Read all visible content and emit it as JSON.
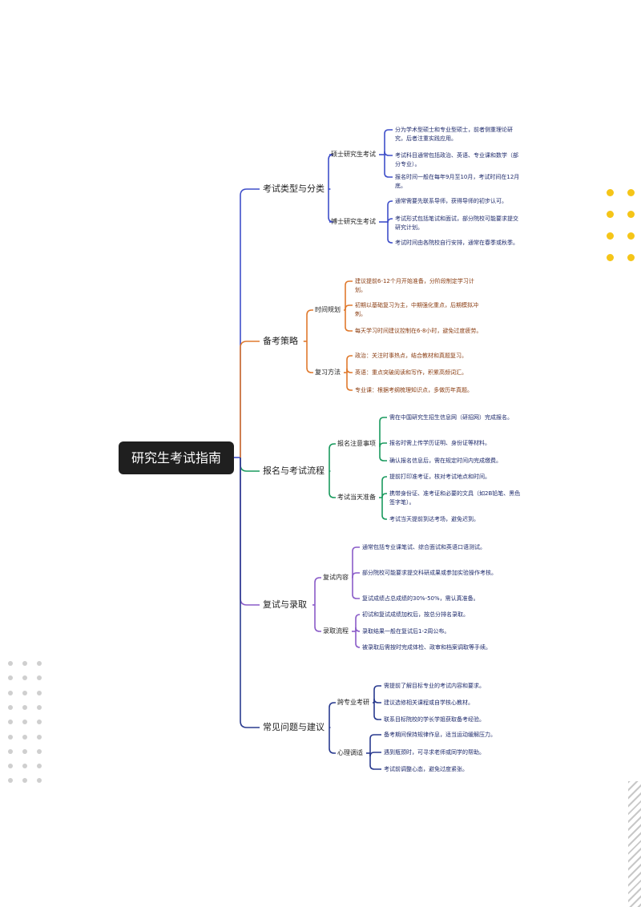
{
  "title": "研究生考试指南",
  "colors": {
    "blue": "#3f4fc9",
    "orange": "#e07a2e",
    "green": "#1a9a5e",
    "purple": "#8a5cc8",
    "navy": "#2a3b8f"
  },
  "branches": [
    {
      "label": "考试类型与分类",
      "color": "#3f4fc9",
      "leafColor": "#1e2a6b",
      "subs": [
        {
          "label": "硕士研究生考试",
          "leaves": [
            "分为学术型硕士和专业型硕士，前者侧重理论研究，后者注重实践应用。",
            "考试科目通常包括政治、英语、专业课和数学（部分专业）。",
            "报名时间一般在每年9月至10月，考试时间在12月底。"
          ]
        },
        {
          "label": "博士研究生考试",
          "leaves": [
            "通常需要先联系导师，获得导师的初步认可。",
            "考试形式包括笔试和面试，部分院校可能要求提交研究计划。",
            "考试时间由各院校自行安排，通常在春季或秋季。"
          ]
        }
      ]
    },
    {
      "label": "备考策略",
      "color": "#e07a2e",
      "leafColor": "#8a3d12",
      "subs": [
        {
          "label": "时间规划",
          "leaves": [
            "建议提前6-12个月开始准备，分阶段制定学习计划。",
            "初期以基础复习为主，中期强化重点，后期模拟冲刺。",
            "每天学习时间建议控制在6-8小时，避免过度疲劳。"
          ]
        },
        {
          "label": "复习方法",
          "leaves": [
            "政治：关注时事热点，结合教材和真题复习。",
            "英语：重点突破阅读和写作，积累高频词汇。",
            "专业课：根据考纲梳理知识点，多做历年真题。"
          ]
        }
      ]
    },
    {
      "label": "报名与考试流程",
      "color": "#1a9a5e",
      "leafColor": "#1e2a6b",
      "subs": [
        {
          "label": "报名注意事项",
          "leaves": [
            "需在中国研究生招生信息网（研招网）完成报名。",
            "报名时需上传学历证明、身份证等材料。",
            "确认报名信息后，需在规定时间内完成缴费。"
          ]
        },
        {
          "label": "考试当天准备",
          "leaves": [
            "提前打印准考证，核对考试地点和时间。",
            "携带身份证、准考证和必要的文具（如2B铅笔、黑色签字笔）。",
            "考试当天提前到达考场，避免迟到。"
          ]
        }
      ]
    },
    {
      "label": "复试与录取",
      "color": "#8a5cc8",
      "leafColor": "#1e2a6b",
      "subs": [
        {
          "label": "复试内容",
          "leaves": [
            "通常包括专业课笔试、综合面试和英语口语测试。",
            "部分院校可能要求提交科研成果或参加实验操作考核。",
            "复试成绩占总成绩的30%-50%，需认真准备。"
          ]
        },
        {
          "label": "录取流程",
          "leaves": [
            "初试和复试成绩加权后，按总分排名录取。",
            "录取结果一般在复试后1-2周公布。",
            "被录取后需按时完成体检、政审和档案调取等手续。"
          ]
        }
      ]
    },
    {
      "label": "常见问题与建议",
      "color": "#2a3b8f",
      "leafColor": "#1e2a6b",
      "subs": [
        {
          "label": "跨专业考研",
          "leaves": [
            "需提前了解目标专业的考试内容和要求。",
            "建议选修相关课程或自学核心教材。",
            "联系目标院校的学长学姐获取备考经验。"
          ]
        },
        {
          "label": "心理调适",
          "leaves": [
            "备考期间保持规律作息，适当运动缓解压力。",
            "遇到瓶颈时，可寻求老师或同学的帮助。",
            "考试前调整心态，避免过度紧张。"
          ]
        }
      ]
    }
  ]
}
